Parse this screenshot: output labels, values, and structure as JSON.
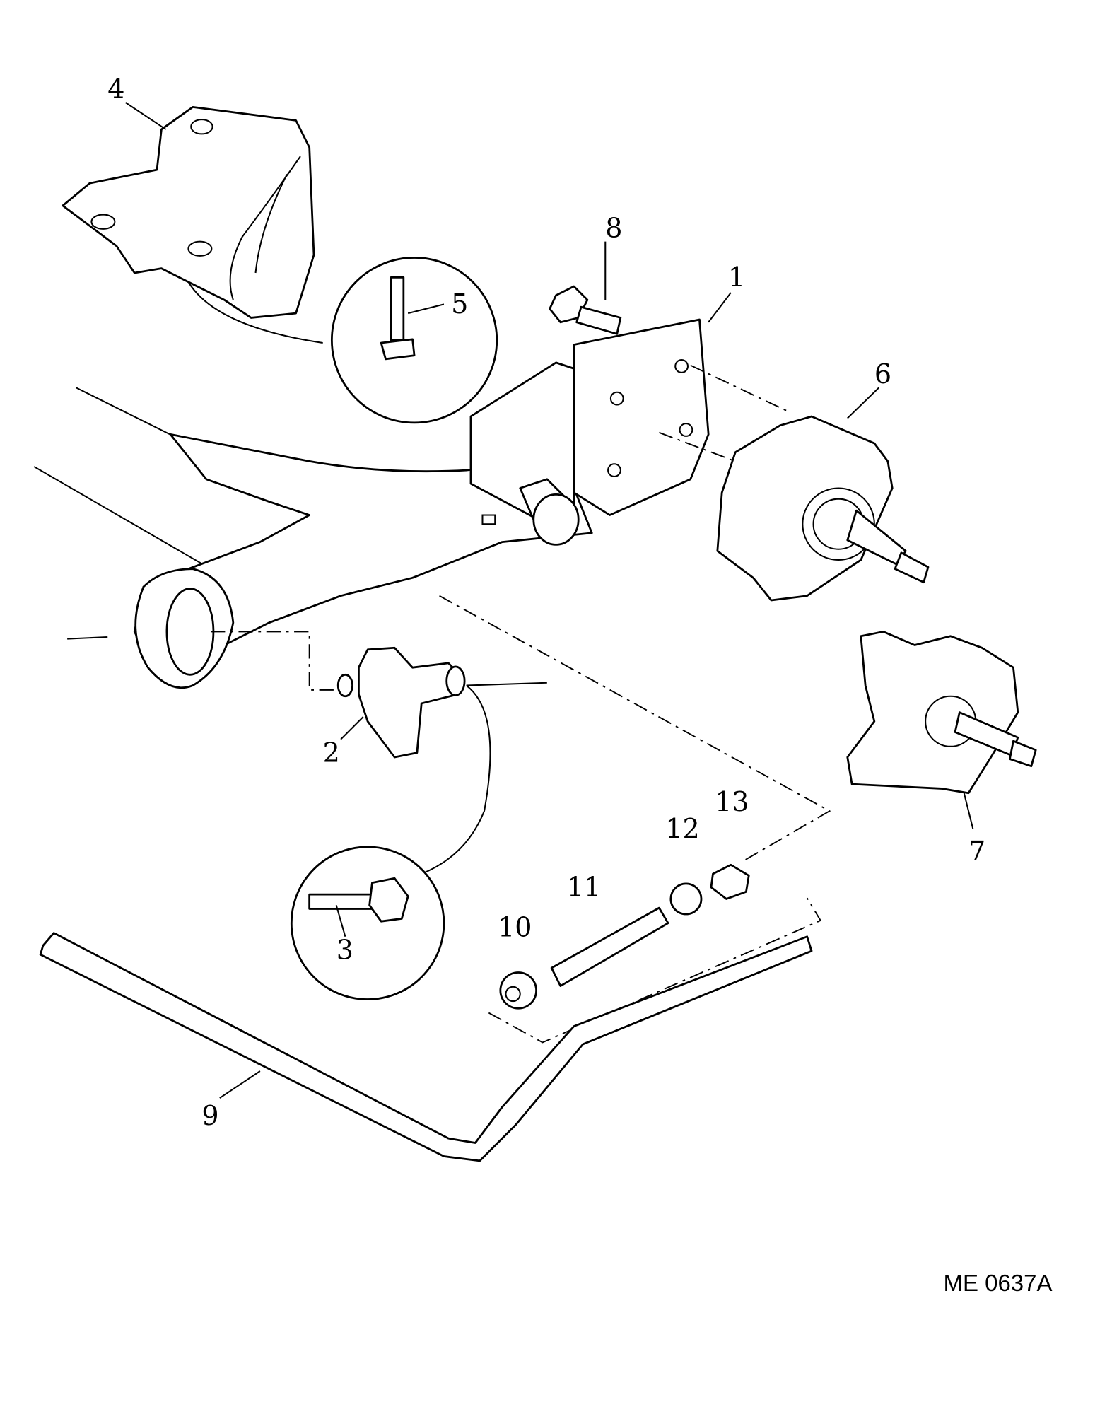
{
  "diagram": {
    "callouts": [
      "1",
      "2",
      "3",
      "4",
      "5",
      "6",
      "7",
      "8",
      "9",
      "10",
      "11",
      "12",
      "13"
    ],
    "reference_code": "ME 0637A"
  }
}
